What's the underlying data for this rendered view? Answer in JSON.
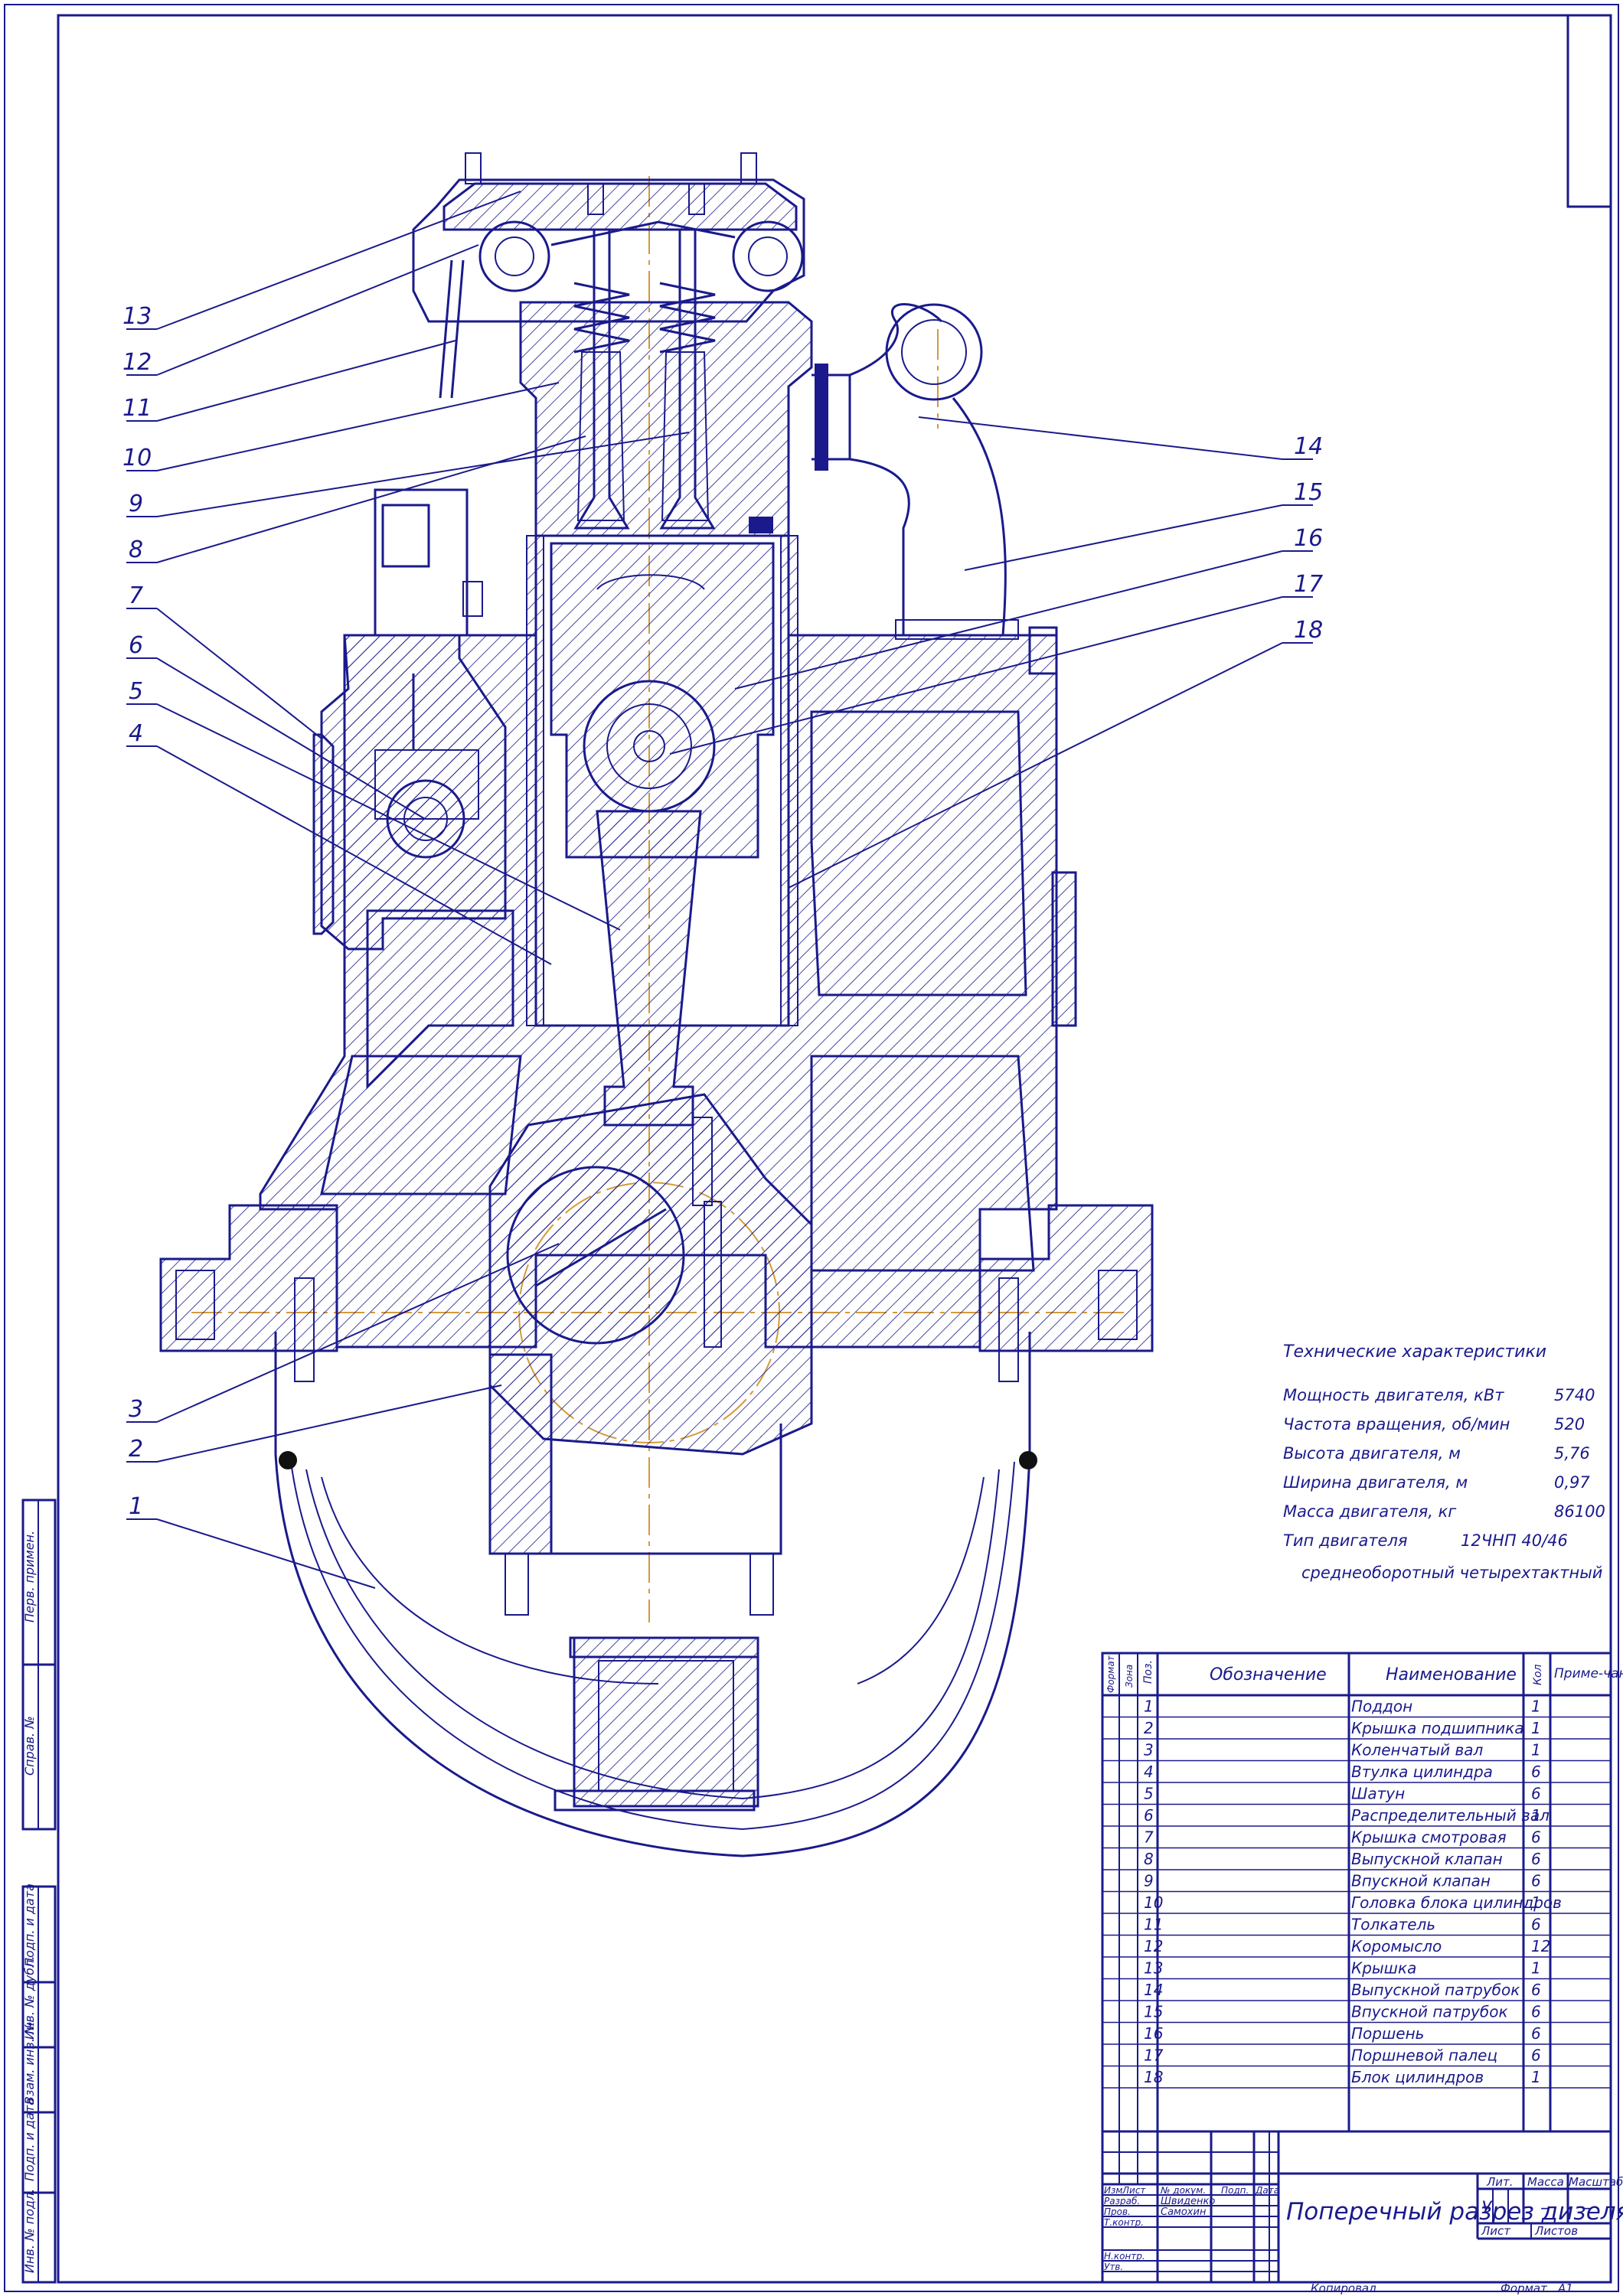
{
  "colors": {
    "line": "#1a1a8c",
    "centerline": "#d49a3a",
    "background": "#ffffff"
  },
  "callouts": [
    "1",
    "2",
    "3",
    "4",
    "5",
    "6",
    "7",
    "8",
    "9",
    "10",
    "11",
    "12",
    "13",
    "14",
    "15",
    "16",
    "17",
    "18"
  ],
  "specs": {
    "title": "Технические характеристики",
    "rows": [
      {
        "label": "Мощность двигателя, кВт",
        "value": "5740"
      },
      {
        "label": "Частота вращения, об/мин",
        "value": "520"
      },
      {
        "label": "Высота двигателя, м",
        "value": "5,76"
      },
      {
        "label": "Ширина двигателя, м",
        "value": "0,97"
      },
      {
        "label": "Масса двигателя, кг",
        "value": "86100"
      },
      {
        "label": "Тип двигателя",
        "value": "12ЧНП 40/46"
      }
    ],
    "type_note": "среднеоборотный четырехтактный"
  },
  "bom": {
    "headers": {
      "format": "Формат",
      "zone": "Зона",
      "pos": "Поз.",
      "designation": "Обозначение",
      "name": "Наименование",
      "qty": "Кол",
      "note": "Приме-чание"
    },
    "rows": [
      {
        "pos": "1",
        "name": "Поддон",
        "qty": "1"
      },
      {
        "pos": "2",
        "name": "Крышка подшипника",
        "qty": "1"
      },
      {
        "pos": "3",
        "name": "Коленчатый вал",
        "qty": "1"
      },
      {
        "pos": "4",
        "name": "Втулка цилиндра",
        "qty": "6"
      },
      {
        "pos": "5",
        "name": "Шатун",
        "qty": "6"
      },
      {
        "pos": "6",
        "name": "Распределительный вал",
        "qty": "1"
      },
      {
        "pos": "7",
        "name": "Крышка смотровая",
        "qty": "6"
      },
      {
        "pos": "8",
        "name": "Выпускной клапан",
        "qty": "6"
      },
      {
        "pos": "9",
        "name": "Впускной клапан",
        "qty": "6"
      },
      {
        "pos": "10",
        "name": "Головка блока цилиндров",
        "qty": "1"
      },
      {
        "pos": "11",
        "name": "Толкатель",
        "qty": "6"
      },
      {
        "pos": "12",
        "name": "Коромысло",
        "qty": "12"
      },
      {
        "pos": "13",
        "name": "Крышка",
        "qty": "1"
      },
      {
        "pos": "14",
        "name": "Выпускной патрубок",
        "qty": "6"
      },
      {
        "pos": "15",
        "name": "Впускной патрубок",
        "qty": "6"
      },
      {
        "pos": "16",
        "name": "Поршень",
        "qty": "6"
      },
      {
        "pos": "17",
        "name": "Поршневой палец",
        "qty": "6"
      },
      {
        "pos": "18",
        "name": "Блок цилиндров",
        "qty": "1"
      }
    ]
  },
  "title_block": {
    "title": "Поперечный разрез дизеля",
    "headers": [
      "Изм",
      "Лист",
      "№ докум.",
      "Подп.",
      "Дата"
    ],
    "roles": [
      {
        "role": "Разраб.",
        "name": "Швиденко"
      },
      {
        "role": "Пров.",
        "name": "Самохин"
      },
      {
        "role": "Т.контр.",
        "name": ""
      },
      {
        "role": "Н.контр.",
        "name": ""
      },
      {
        "role": "Утв.",
        "name": ""
      }
    ],
    "lit_label": "Лит.",
    "mass_label": "Масса",
    "scale_label": "Масштаб",
    "lit_value": "У",
    "mass_value": "–",
    "scale_value": "–",
    "sheet_label": "Лист",
    "sheets_label": "Листов"
  },
  "footer": {
    "copied": "Копировал",
    "format_label": "Формат",
    "format_value": "А1"
  },
  "side_stamps": [
    "Перв. примен.",
    "Справ. №",
    "Подп. и дата",
    "Инв. № дубл.",
    "Взам. инв. №",
    "Подп. и дата",
    "Инв. № подл."
  ]
}
